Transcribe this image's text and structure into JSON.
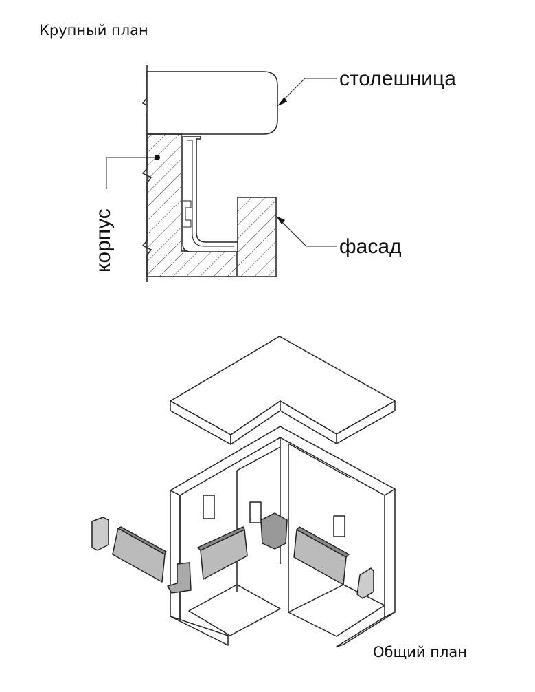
{
  "captions": {
    "closeup": "Крупный план",
    "overview": "Общий план"
  },
  "labels": {
    "countertop": "столешница",
    "body": "корпус",
    "facade": "фасад"
  }
}
